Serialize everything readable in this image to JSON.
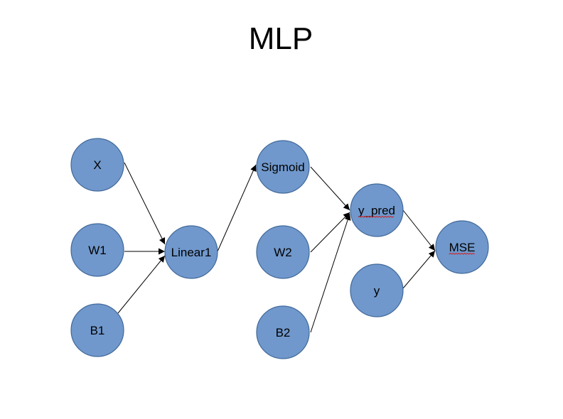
{
  "diagram": {
    "title": "MLP",
    "colors": {
      "node_fill": "#7098cc",
      "node_stroke": "#41699a",
      "edge": "#000000",
      "spellcheck_underline": "#d02020"
    },
    "nodes": [
      {
        "id": "x",
        "label": "X",
        "spell_underline": false
      },
      {
        "id": "w1",
        "label": "W1",
        "spell_underline": false
      },
      {
        "id": "b1",
        "label": "B1",
        "spell_underline": false
      },
      {
        "id": "linear1",
        "label": "Linear1",
        "spell_underline": false
      },
      {
        "id": "sigmoid",
        "label": "Sigmoid",
        "spell_underline": false
      },
      {
        "id": "w2",
        "label": "W2",
        "spell_underline": false
      },
      {
        "id": "b2",
        "label": "B2",
        "spell_underline": false
      },
      {
        "id": "y_pred",
        "label": "y_pred",
        "spell_underline": true
      },
      {
        "id": "y",
        "label": "y",
        "spell_underline": false
      },
      {
        "id": "mse",
        "label": "MSE",
        "spell_underline": true
      }
    ],
    "edges": [
      {
        "from": "x",
        "to": "linear1"
      },
      {
        "from": "w1",
        "to": "linear1"
      },
      {
        "from": "b1",
        "to": "linear1"
      },
      {
        "from": "linear1",
        "to": "sigmoid"
      },
      {
        "from": "sigmoid",
        "to": "y_pred"
      },
      {
        "from": "w2",
        "to": "y_pred"
      },
      {
        "from": "b2",
        "to": "y_pred"
      },
      {
        "from": "y_pred",
        "to": "mse"
      },
      {
        "from": "y",
        "to": "mse"
      }
    ]
  }
}
